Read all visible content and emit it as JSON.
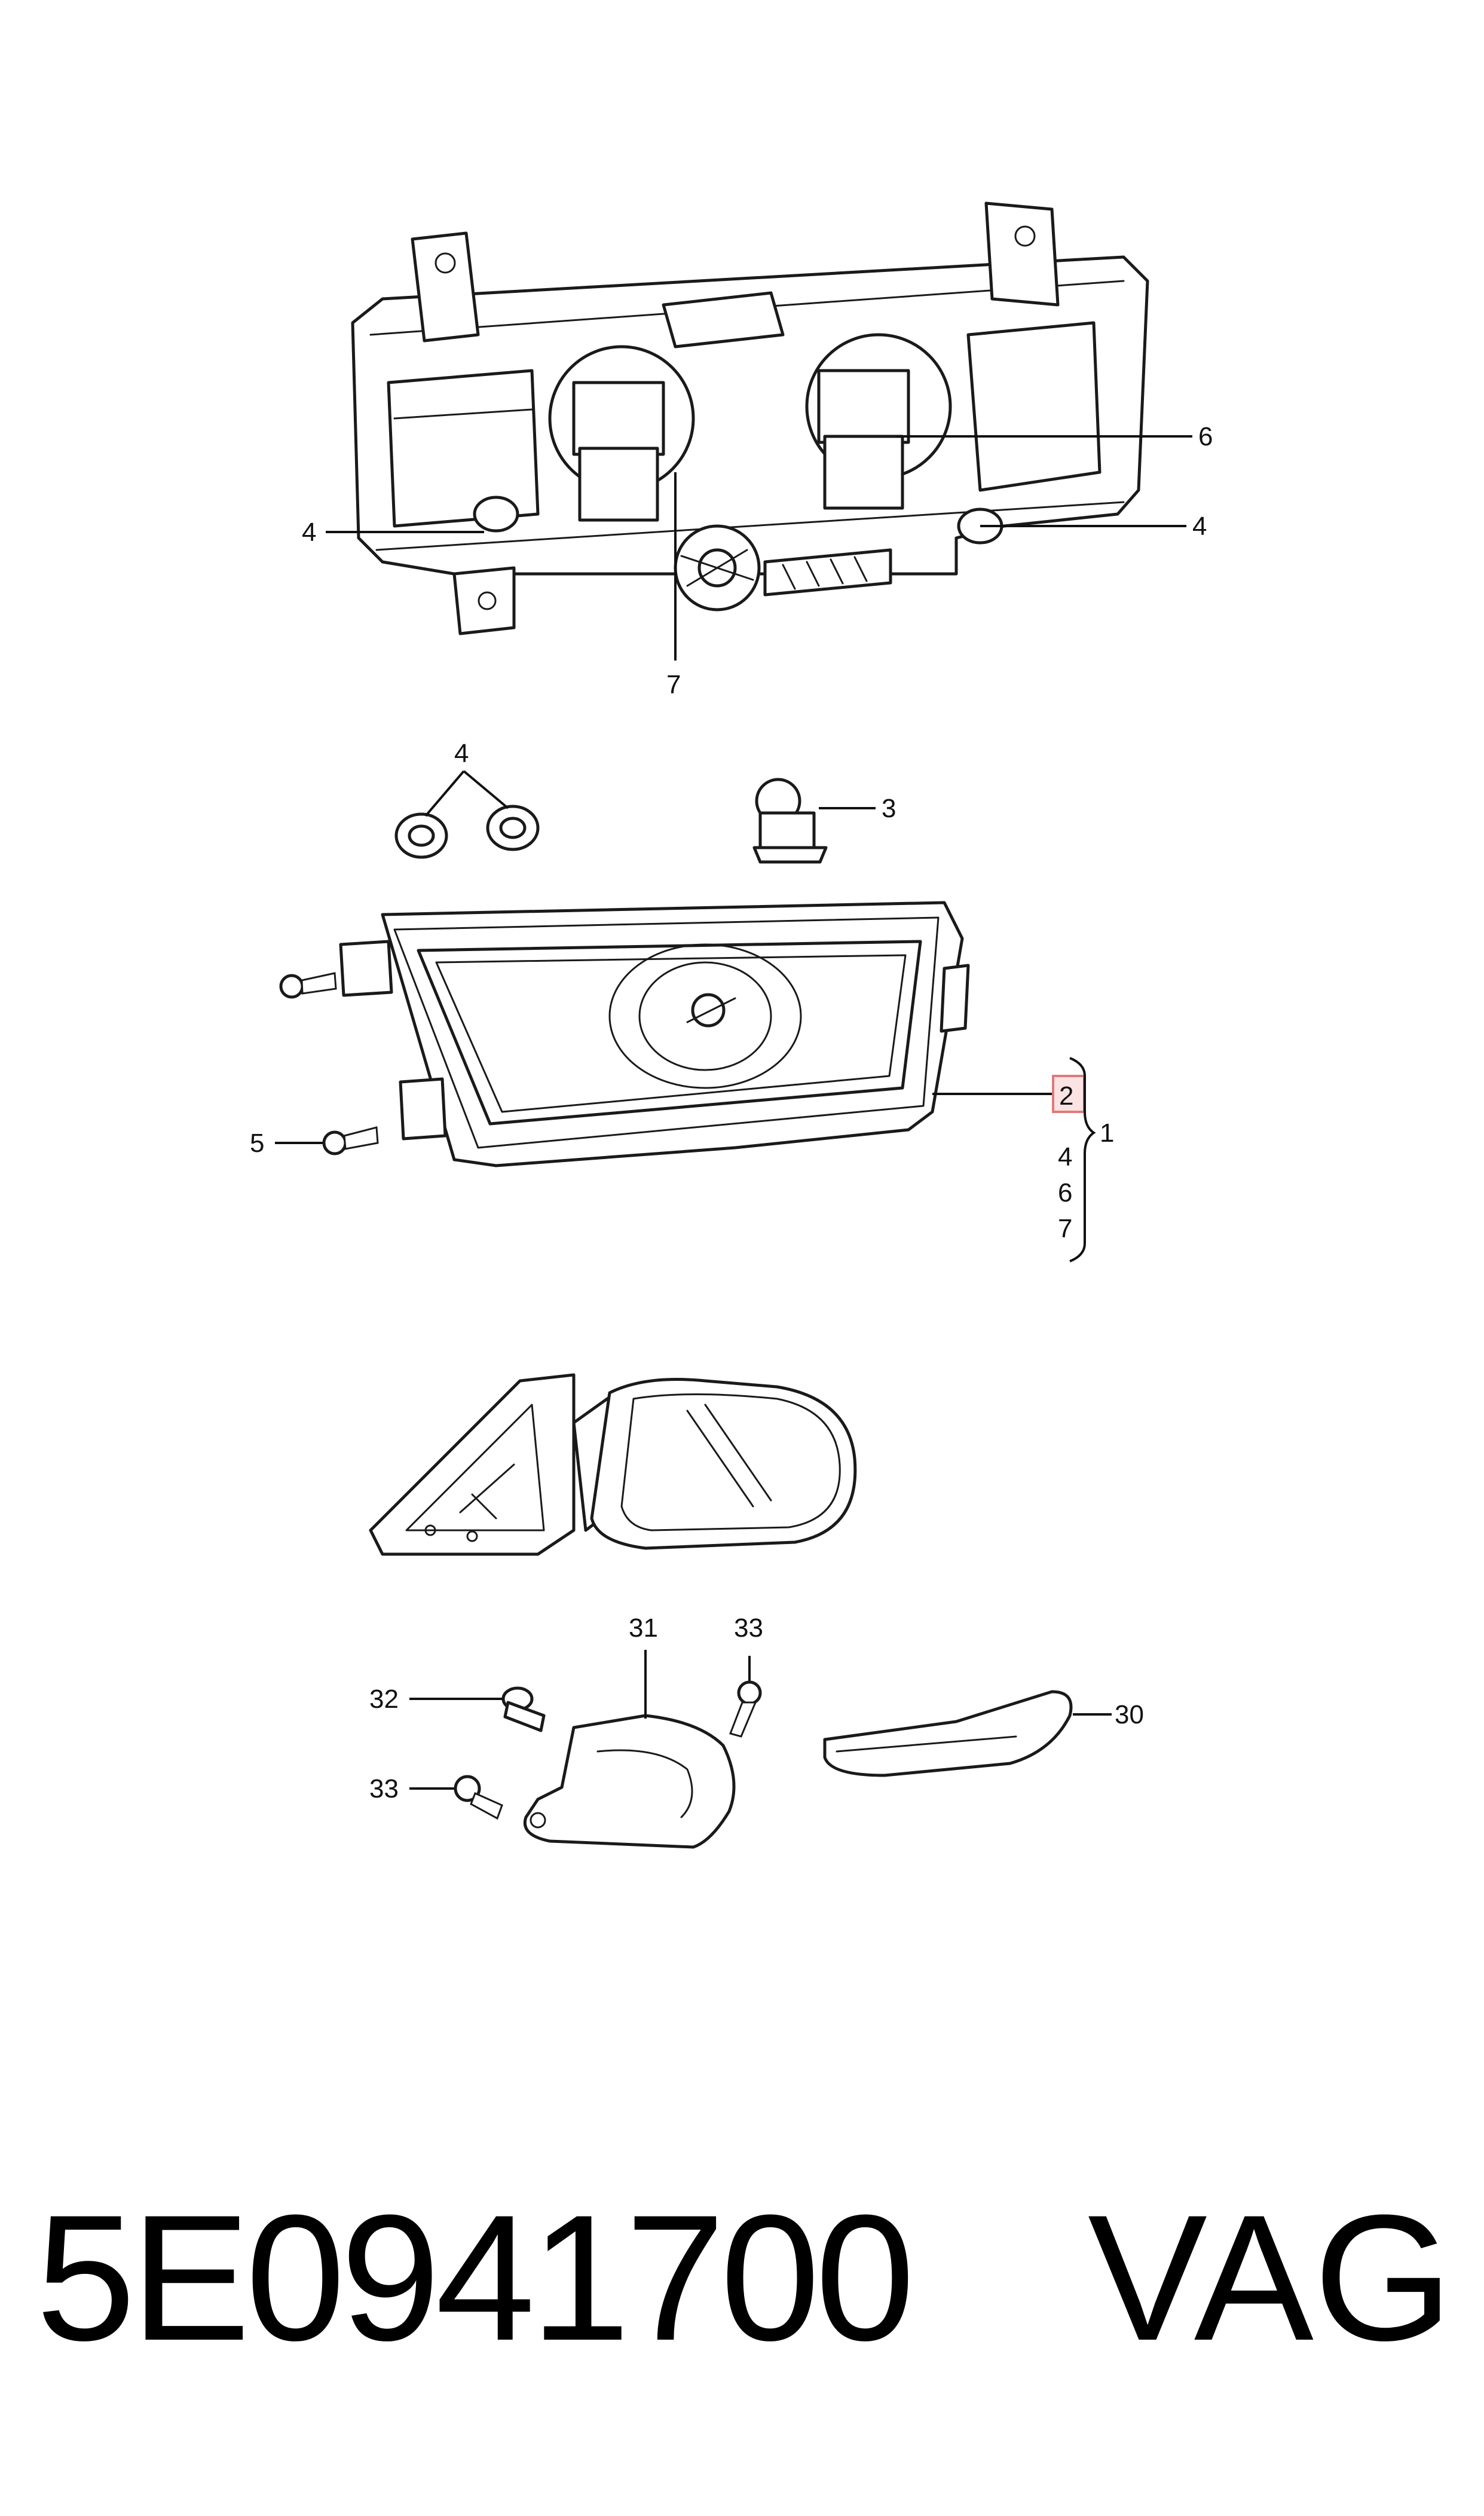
{
  "callouts": {
    "top_left_4": "4",
    "top_right_4": "4",
    "top_6": "6",
    "top_7": "7",
    "grommet_4": "4",
    "bulb_3": "3",
    "screw_5": "5",
    "highlight_2": "2",
    "assembly_1": "1",
    "sub_4": "4",
    "sub_6": "6",
    "sub_7": "7",
    "trim_31": "31",
    "screw_33_top": "33",
    "clip_32": "32",
    "screw_33_left": "33",
    "strip_30": "30"
  },
  "footer": {
    "part_number": "5E0941700",
    "brand": "VAG"
  },
  "colors": {
    "highlight_border": "#e07a7a",
    "highlight_fill": "#fbe3e3",
    "ink": "#111111"
  }
}
